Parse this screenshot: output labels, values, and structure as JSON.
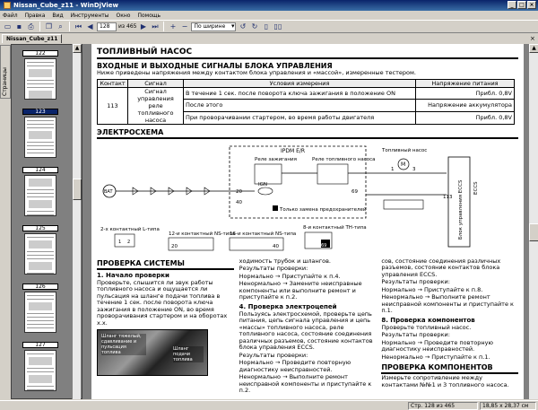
{
  "window": {
    "title": "Nissan_Cube_z11 - WinDjView",
    "min": "_",
    "max": "□",
    "close": "×"
  },
  "menu": [
    "Файл",
    "Правка",
    "Вид",
    "Инструменты",
    "Окно",
    "Помощь"
  ],
  "toolbar": {
    "page_value": "128",
    "page_total": "из 465",
    "zoom": "По ширине"
  },
  "tab": {
    "label": "Nissan_Cube_z11"
  },
  "sidebar": {
    "tab_label": "Страницы",
    "pages": [
      "122",
      "123",
      "124",
      "125",
      "126",
      "127"
    ]
  },
  "doc": {
    "section_title": "ТОПЛИВНЫЙ НАСОС",
    "subtitle": "ВХОДНЫЕ И ВЫХОДНЫЕ СИГНАЛЫ БЛОКА УПРАВЛЕНИЯ",
    "intro": "Ниже приведены напряжения между контактом блока управления и «массой», измеренные тестером.",
    "table": {
      "headers": [
        "Контакт",
        "Сигнал",
        "Условия измерения",
        "Напряжение питания"
      ],
      "contact": "113",
      "signal": "Сигнал управления реле топливного насоса",
      "rows": [
        {
          "cond": "В течение 1 сек. после поворота ключа зажигания в положение ON",
          "volt": "Прибл. 0,8V"
        },
        {
          "cond": "После этого",
          "volt": "Напряжение аккумулятора"
        },
        {
          "cond": "При проворачивании стартером, во время работы двигателя",
          "volt": "Прибл. 0,8V"
        }
      ]
    },
    "schema_title": "ЭЛЕКТРОСХЕМА",
    "schema": {
      "ipdm": "IPDM E/R",
      "relay_ign": "Реле зажигания",
      "relay_pump": "Реле топливного насоса",
      "bat": "BAT",
      "ign": "IGN",
      "pump": "Топливный насос",
      "ecm": "Блок управления ECCS",
      "ecm_short": "ECCS",
      "fuse": "Только замена предохранителей",
      "pins": [
        "20",
        "40",
        "69",
        "113",
        "1",
        "3"
      ],
      "m": "M",
      "conn_l": "2-х контактный L-типа",
      "conn_12": "12-и контактный NS-типа",
      "conn_16": "16-и контактный NS-типа",
      "conn_8": "8-и контактный TH-типа",
      "conn_nums": [
        "1",
        "2",
        "20",
        "40",
        "69"
      ]
    },
    "check_title": "ПРОВЕРКА СИСТЕМЫ",
    "col1": {
      "step": "1. Начало проверки",
      "text": "Проверьте, слышится ли звук работы топливного насоса и ощущается ли пульсация на шланге подачи топлива в течение 1 сек. после поворота ключа зажигания в положение ON, во время проворачивания стартером и на оборотах х.х.",
      "photo_label": "Шланг подачи топлива",
      "photo_label2": "Шланг тяжелый, сдавливание и пульсация топлива"
    },
    "col2": {
      "text1": "ходимость трубок и шлангов.",
      "res": "Результаты проверки:",
      "ok": "Нормально → Приступайте к п.4.",
      "bad": "Ненормально → Замените неисправные компоненты или выполните ремонт и приступайте к п.2.",
      "step": "4. Проверка электроцепей",
      "text2": "Пользуясь электросхемой, проверьте цепь питания, цепь сигнала управления и цепь «массы» топливного насоса, реле топливного насоса, состояние соединения различных разъемов, состояние контактов блока управления ECCS.",
      "res2": "Результаты проверки:",
      "ok2": "Нормально → Проведите повторную диагностику неисправностей.",
      "bad2": "Ненормально → Выполните ремонт неисправной компоненты и приступайте к п.2."
    },
    "col3": {
      "text1": "сов, состояние соединения различных разъемов, состояние контактов блока управления ECCS.",
      "res": "Результаты проверки:",
      "ok": "Нормально → Приступайте к п.8.",
      "bad": "Ненормально → Выполните ремонт неисправной компоненты и приступайте к п.1.",
      "step": "8. Проверка компонентов",
      "text2": "Проверьте топливный насос.",
      "res2": "Результаты проверки:",
      "ok2": "Нормально → Проведите повторную диагностику неисправностей.",
      "bad2": "Ненормально → Приступайте к п.1.",
      "title2": "ПРОВЕРКА КОМПОНЕНТОВ",
      "text3": "Измерьте сопротивление между контактами №№1 и 3 топливного насоса."
    }
  },
  "status": {
    "page": "Стр. 128 из 465",
    "size": "18,85 x 28,37 см"
  }
}
